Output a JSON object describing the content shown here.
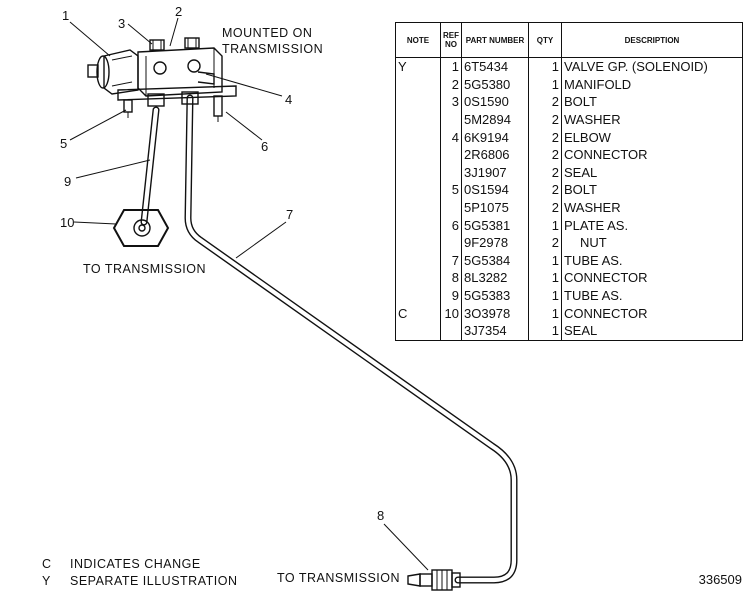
{
  "diagram": {
    "labels": {
      "mounted_on": "MOUNTED ON",
      "transmission": "TRANSMISSION",
      "to_transmission_left": "TO TRANSMISSION",
      "to_transmission_bottom": "TO TRANSMISSION"
    },
    "callouts": [
      "1",
      "2",
      "3",
      "4",
      "5",
      "6",
      "7",
      "8",
      "9",
      "10"
    ]
  },
  "table": {
    "headers": {
      "note": "NOTE",
      "ref_no": "REF NO",
      "part_number": "PART NUMBER",
      "qty": "QTY",
      "description": "DESCRIPTION"
    },
    "rows": [
      {
        "note": "Y",
        "ref": "1",
        "part": "6T5434",
        "qty": "1",
        "desc": "VALVE GP. (SOLENOID)"
      },
      {
        "note": "",
        "ref": "2",
        "part": "5G5380",
        "qty": "1",
        "desc": "MANIFOLD"
      },
      {
        "note": "",
        "ref": "3",
        "part": "0S1590",
        "qty": "2",
        "desc": "BOLT"
      },
      {
        "note": "",
        "ref": "",
        "part": "5M2894",
        "qty": "2",
        "desc": "WASHER"
      },
      {
        "note": "",
        "ref": "4",
        "part": "6K9194",
        "qty": "2",
        "desc": "ELBOW"
      },
      {
        "note": "",
        "ref": "",
        "part": "2R6806",
        "qty": "2",
        "desc": "CONNECTOR"
      },
      {
        "note": "",
        "ref": "",
        "part": "3J1907",
        "qty": "2",
        "desc": "SEAL"
      },
      {
        "note": "",
        "ref": "5",
        "part": "0S1594",
        "qty": "2",
        "desc": "BOLT"
      },
      {
        "note": "",
        "ref": "",
        "part": "5P1075",
        "qty": "2",
        "desc": "WASHER"
      },
      {
        "note": "",
        "ref": "6",
        "part": "5G5381",
        "qty": "1",
        "desc": "PLATE AS."
      },
      {
        "note": "",
        "ref": "",
        "part": "9F2978",
        "qty": "2",
        "desc": "NUT"
      },
      {
        "note": "",
        "ref": "7",
        "part": "5G5384",
        "qty": "1",
        "desc": "TUBE AS."
      },
      {
        "note": "",
        "ref": "8",
        "part": "8L3282",
        "qty": "1",
        "desc": "CONNECTOR"
      },
      {
        "note": "",
        "ref": "9",
        "part": "5G5383",
        "qty": "1",
        "desc": "TUBE AS."
      },
      {
        "note": "C",
        "ref": "10",
        "part": "3O3978",
        "qty": "1",
        "desc": "CONNECTOR"
      },
      {
        "note": "",
        "ref": "",
        "part": "3J7354",
        "qty": "1",
        "desc": "SEAL"
      }
    ]
  },
  "legend": [
    {
      "code": "C",
      "text": "INDICATES CHANGE"
    },
    {
      "code": "Y",
      "text": "SEPARATE ILLUSTRATION"
    }
  ],
  "drawing_number": "336509"
}
